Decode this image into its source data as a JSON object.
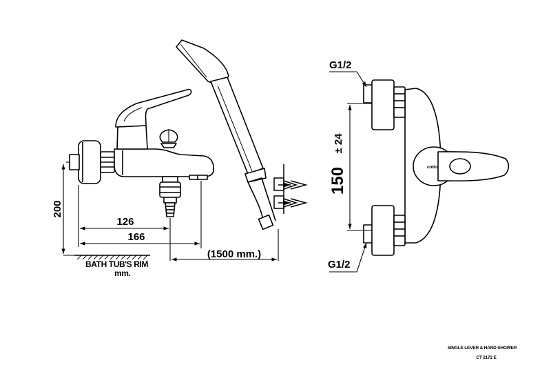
{
  "diagram": {
    "dim_height": "200",
    "dim_width_inner": "126",
    "dim_width_outer": "166",
    "hose_length": "(1500 mm.)",
    "rim_label": "BATH TUB'S RIM",
    "unit_label": "mm.",
    "thread_top": "G1/2",
    "thread_bottom": "G1/2",
    "center_distance": "150",
    "tolerance": "± 24",
    "product_description": "SINGLE LEVER  & HAND SHOWER",
    "model_code": "CT 2172 E",
    "logo_text": "cotto"
  }
}
